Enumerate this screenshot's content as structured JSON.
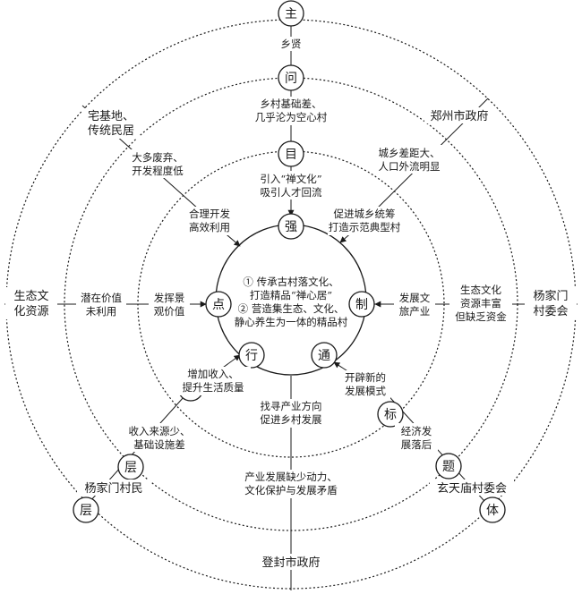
{
  "nodes": {
    "zhu": "主",
    "wen": "问",
    "mu": "目",
    "qiang": "强",
    "zhi": "制",
    "tong": "通",
    "xing": "行",
    "dian": "点",
    "biao": "标",
    "ti": "题",
    "ti2": "体",
    "ceng_inner": "层",
    "ceng_mid": "层",
    "ceng_outer": "层"
  },
  "labels": {
    "xiangxian": "乡贤",
    "rural_weak": [
      "乡村基础差、",
      "几乎沦为空心村"
    ],
    "chan_culture": [
      "引入“禅文化”",
      "吸引人才回流"
    ],
    "zhengzhou": "郑州市政府",
    "urban_gap": [
      "城乡差距大、",
      "人口外流明显"
    ],
    "promote_urban": [
      "促进城乡统筹",
      "打造示范典型村"
    ],
    "homestead": [
      "宅基地、",
      "传统民居"
    ],
    "abandoned": [
      "大多废弃、",
      "开发程度低"
    ],
    "rational": [
      "合理开发",
      "高效利用"
    ],
    "eco_resource": [
      "生态文",
      "化资源"
    ],
    "potential": [
      "潜在价值",
      "未利用"
    ],
    "landscape": [
      "发挥景",
      "观价值"
    ],
    "center": [
      "① 传承古村落文化、",
      "打造精品“禅心居”",
      "② 营造集生态、文化、",
      "静心养生为一体的精品村"
    ],
    "develop_culture": [
      "发展文",
      "旅产业"
    ],
    "eco_rich": [
      "生态文化",
      "资源丰富",
      "但缺乏资金"
    ],
    "yjm_committee": [
      "杨家门",
      "村委会"
    ],
    "income": [
      "增加收入、",
      "提升生活质量"
    ],
    "new_mode": [
      "开辟新的",
      "发展模式"
    ],
    "industry_dir": [
      "找寻产业方向",
      "促进乡村发展"
    ],
    "low_income": [
      "收入来源少、",
      "基础设施差"
    ],
    "econ_lag": [
      "经济发",
      "展落后"
    ],
    "yjm_villagers": "杨家门村民",
    "lack_power": [
      "产业发展缺少动力、",
      "文化保护与发展矛盾"
    ],
    "xtm_committee": "玄天庙村委会",
    "dengfeng": "登封市政府"
  }
}
